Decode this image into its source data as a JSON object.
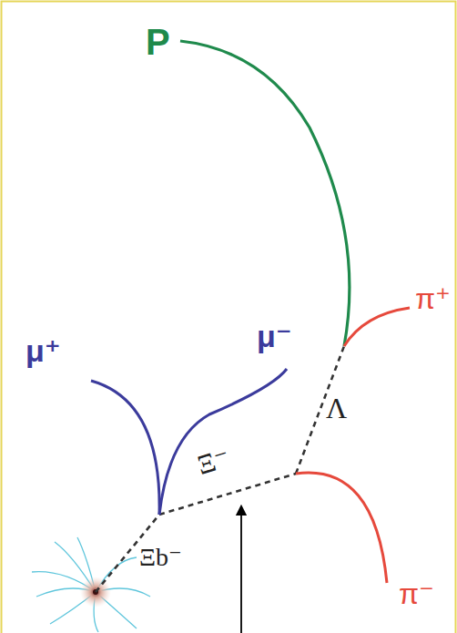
{
  "diagram": {
    "labels": [
      "P",
      "μ⁺",
      "μ⁻",
      "π⁺",
      "Λ",
      "Ξ⁻",
      "Ξb⁻",
      "π⁻"
    ]
  }
}
